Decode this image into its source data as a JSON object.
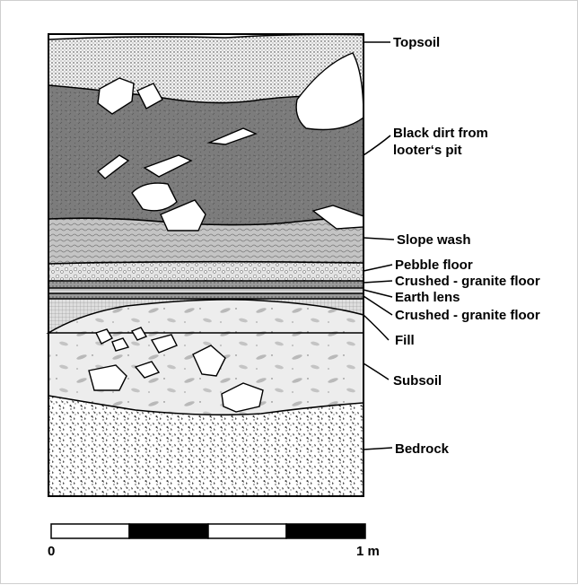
{
  "layers": [
    {
      "id": "topsoil",
      "label": "Topsoil"
    },
    {
      "id": "black-dirt",
      "label": "Black dirt from looter‘s pit",
      "label_lines": [
        "Black dirt from",
        "looter‘s pit"
      ]
    },
    {
      "id": "slope-wash",
      "label": "Slope wash"
    },
    {
      "id": "pebble-floor",
      "label": "Pebble floor"
    },
    {
      "id": "crushed-granite-floor-upper",
      "label": "Crushed - granite floor"
    },
    {
      "id": "earth-lens",
      "label": "Earth lens"
    },
    {
      "id": "crushed-granite-floor-lower",
      "label": "Crushed - granite floor"
    },
    {
      "id": "fill",
      "label": "Fill"
    },
    {
      "id": "subsoil",
      "label": "Subsoil"
    },
    {
      "id": "bedrock",
      "label": "Bedrock"
    }
  ],
  "scale_bar": {
    "start_label": "0",
    "end_label": "1 m",
    "segments": 4
  },
  "colors": {
    "ink": "#000000",
    "background": "#ffffff",
    "black_dirt": "#7a7a7a",
    "slope_wash": "#b5b5b5",
    "subsoil": "#ececec"
  }
}
